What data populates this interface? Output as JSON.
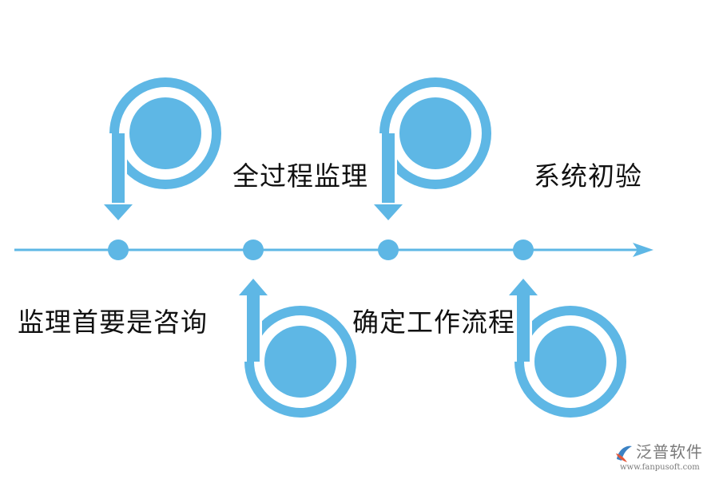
{
  "diagram": {
    "accent_color": "#5eb7e5",
    "steps": [
      {
        "label": "监理首要是咨询",
        "glyph": "b-shape-icon"
      },
      {
        "label": "全过程监理",
        "glyph": "p-shape-icon"
      },
      {
        "label": "确定工作流程",
        "glyph": "b-shape-icon"
      },
      {
        "label": "系统初验",
        "glyph": "p-shape-icon"
      }
    ]
  },
  "watermark": {
    "name": "泛普软件",
    "url": "www.fanpusoft.com",
    "logo_colors": [
      "#3b82c4",
      "#e2573b"
    ]
  }
}
